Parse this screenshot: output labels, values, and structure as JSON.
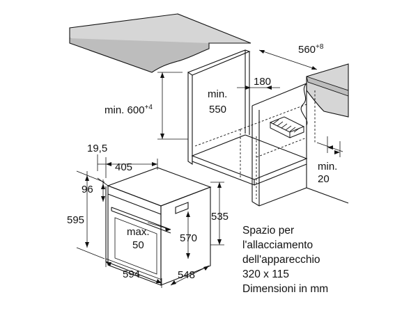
{
  "dimensions": {
    "niche_width": "560",
    "niche_width_tol": "+8",
    "niche_height_label": "min. 600",
    "niche_height_tol": "+4",
    "niche_depth_min": "min.",
    "niche_depth_val": "550",
    "cutout_depth": "180",
    "bottom_gap_min": "min.",
    "bottom_gap_val": "20",
    "front_offset": "19,5",
    "front_depth": "405",
    "top_height": "96",
    "total_height": "595",
    "oven_height": "570",
    "inner_height": "535",
    "handle_max": "max.",
    "handle_val": "50",
    "width": "594",
    "depth": "548"
  },
  "notes": {
    "line1": "Spazio per",
    "line2": "l'allacciamento",
    "line3": "dell'apparecchio",
    "line4": "320 x 115",
    "line5": "Dimensioni in mm"
  },
  "colors": {
    "countertop_fill": "#d6d6d6",
    "line": "#111111",
    "background": "#ffffff"
  }
}
